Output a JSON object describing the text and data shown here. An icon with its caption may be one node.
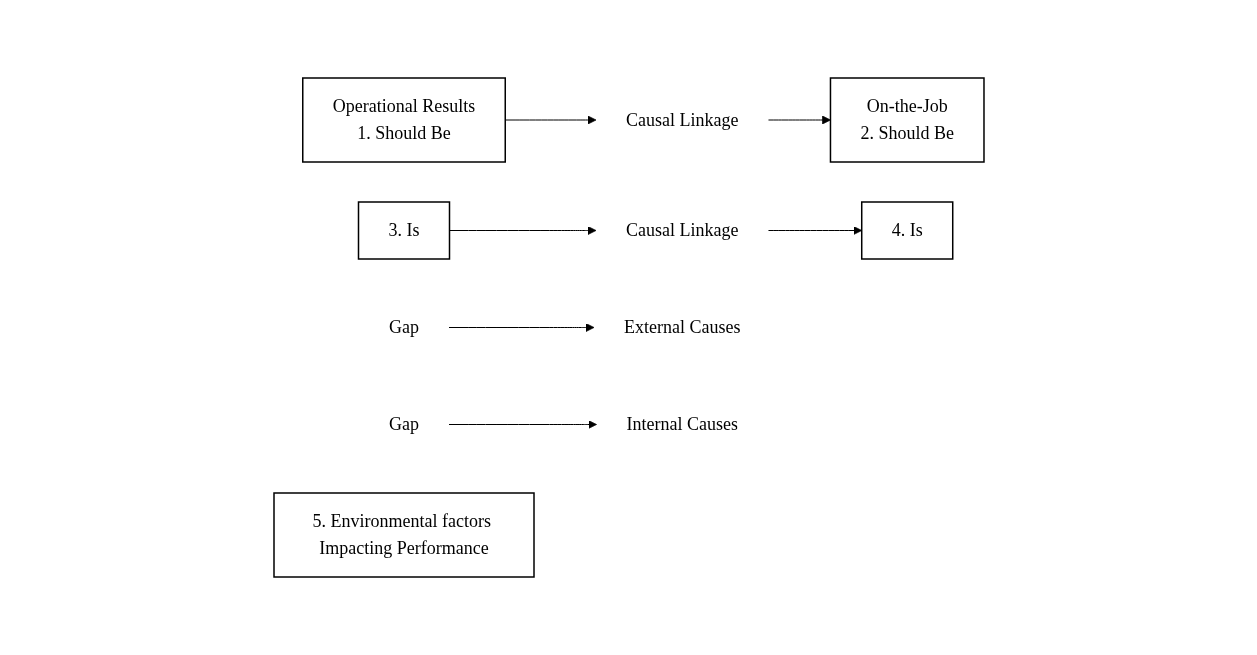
{
  "diagram": {
    "nodes": [
      {
        "text": [
          "Operational Results",
          "1. Should Be"
        ]
      },
      {
        "text": [
          "Causal Linkage"
        ]
      },
      {
        "text": [
          "On-the-Job",
          "2. Should Be"
        ]
      },
      {
        "text": [
          "Gap"
        ]
      },
      {
        "text": [
          "4. Is"
        ]
      },
      {
        "text": [
          "Causal Linkage"
        ]
      },
      {
        "text": [
          "Gap"
        ]
      },
      {
        "text": [
          "3. Is"
        ]
      },
      {
        "text": [
          "5. Environmental factors Impacting Performance"
        ]
      },
      {
        "text": [
          "External Causes"
        ]
      },
      {
        "text": [
          "Internal Causes"
        ]
      }
    ],
    "edges": [
      {
        "from": 0,
        "to": 1,
        "arrow": "to"
      },
      {
        "from": 1,
        "to": 2,
        "arrow": "to"
      },
      {
        "from": 7,
        "to": 5,
        "arrow": "to"
      },
      {
        "from": 5,
        "to": 4,
        "arrow": "to"
      },
      {
        "from": 3,
        "to": 9,
        "arrow": "to"
      },
      {
        "from": 6,
        "to": 10,
        "arrow": "to"
      }
    ]
  }
}
